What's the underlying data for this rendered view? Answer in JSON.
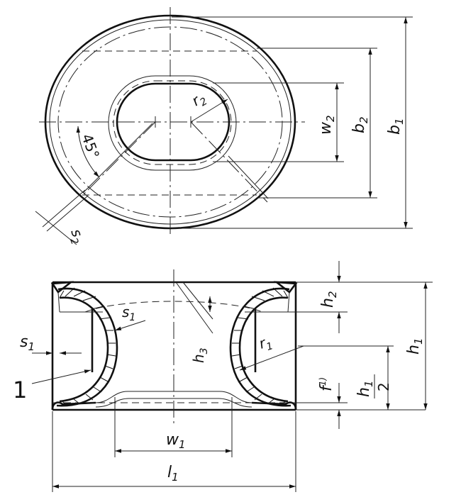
{
  "labels": {
    "r2": "r",
    "r2_sub": "2",
    "angle": "45°",
    "w2": "w",
    "w2_sub": "2",
    "b2": "b",
    "b2_sub": "2",
    "b1": "b",
    "b1_sub": "1",
    "s2": "s",
    "s2_sub": "2",
    "s1_top": "s",
    "s1_top_sub": "1",
    "s1_left": "s",
    "s1_left_sub": "1",
    "h2": "h",
    "h2_sub": "2",
    "h3": "h",
    "h3_sub": "3",
    "r1": "r",
    "r1_sub": "1",
    "h1": "h",
    "h1_sub": "1",
    "f": "f",
    "f_sup": "1)",
    "h1_half_num": "h",
    "h1_half_num_sub": "1",
    "h1_half_den": "2",
    "item1": "1",
    "w1": "w",
    "w1_sub": "1",
    "l1": "l",
    "l1_sub": "1"
  },
  "colors": {
    "ink": "#111111",
    "paper": "#ffffff"
  }
}
